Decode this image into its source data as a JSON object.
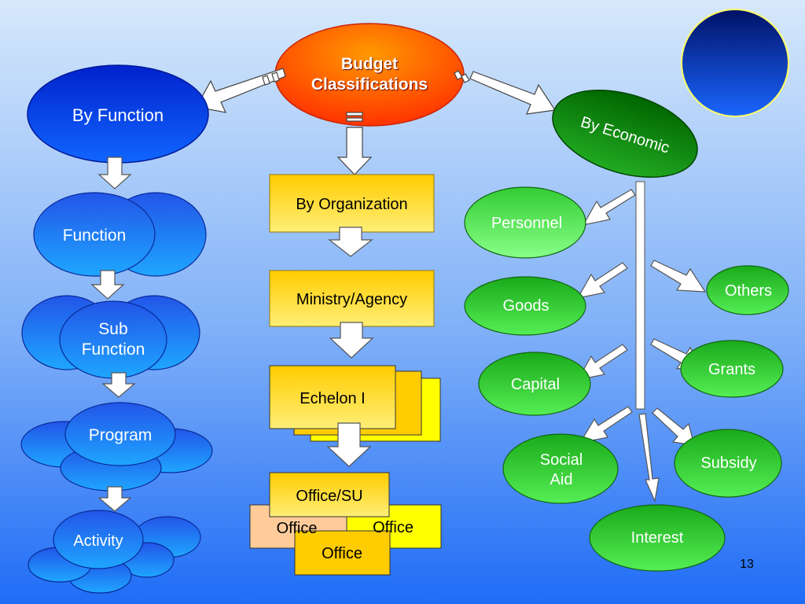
{
  "slide": {
    "page_number": "13",
    "colors": {
      "background_top": "#d6e8fb",
      "background_bottom": "#1f6cf6",
      "budget_fill": "#ff3300",
      "blue_fill": "#0033cc",
      "green_fill": "#33cc33",
      "yellow_fill": "#ffcc00",
      "peach_fill": "#ffcc99",
      "bright_yellow_fill": "#ffff00"
    }
  },
  "root": {
    "label_line1": "Budget",
    "label_line2": "Classifications"
  },
  "function_branch": {
    "title": "By Function",
    "levels": [
      "Function",
      "Sub\nFunction",
      "Program",
      "Activity"
    ]
  },
  "organization_branch": {
    "title": "By Organization",
    "ministry": "Ministry/Agency",
    "echelon": "Echelon I",
    "office_su": "Office/SU",
    "offices": [
      "Office",
      "Office",
      "Office"
    ]
  },
  "economic_branch": {
    "title": "By Economic",
    "left_items": [
      "Personnel",
      "Goods",
      "Capital",
      "Social\nAid"
    ],
    "right_items": [
      "Others",
      "Grants",
      "Subsidy"
    ],
    "bottom_item": "Interest"
  }
}
